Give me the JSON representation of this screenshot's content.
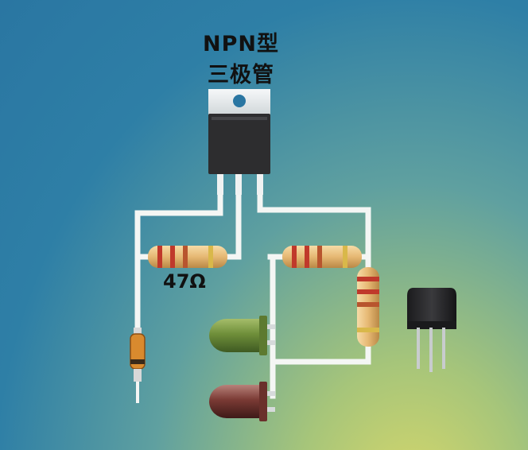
{
  "title": {
    "line1": "NPN型",
    "line2": "三极管"
  },
  "resistor_label": "47Ω",
  "colors": {
    "wire": "#f4f6f4",
    "transistor_body": "#2d2d2f",
    "transistor_tab": "#e8ecee",
    "resistor_body": "#e9c07e",
    "led_green": "#6f8f3a",
    "led_red": "#7a3a34",
    "buzzer": "#252527",
    "diode": "#d98a2e"
  },
  "components": {
    "transistor": "npn-transistor",
    "resistors": [
      "resistor-47-ohm",
      "resistor-right-horizontal",
      "resistor-right-vertical"
    ],
    "leds": [
      "led-green",
      "led-red"
    ],
    "diode": "diode",
    "buzzer": "buzzer"
  }
}
